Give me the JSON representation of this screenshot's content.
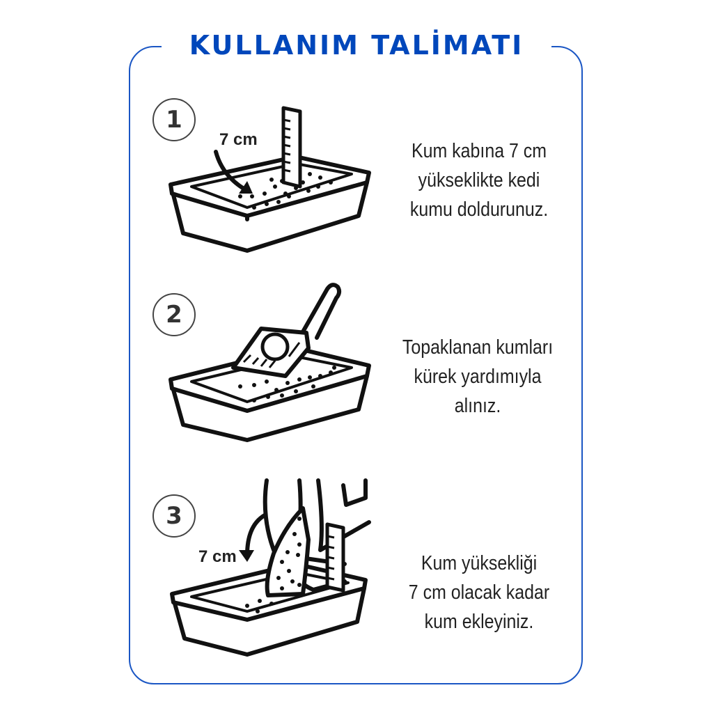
{
  "title": "KULLANIM TALİMATI",
  "colors": {
    "accent": "#0047bb",
    "border": "#1a56c4",
    "text": "#222222",
    "ink": "#111111"
  },
  "steps": [
    {
      "number": "1",
      "illustration": "litter-box-with-ruler",
      "measure_label": "7 cm",
      "lines": [
        "Kum kabına 7 cm",
        "yükseklikte kedi",
        "kumu doldurunuz."
      ]
    },
    {
      "number": "2",
      "illustration": "litter-box-with-scoop",
      "lines": [
        "Topaklanan kumları",
        "kürek yardımıyla",
        "alınız."
      ]
    },
    {
      "number": "3",
      "illustration": "pouring-litter-into-box",
      "measure_label": "7 cm",
      "lines": [
        "Kum yüksekliği",
        "7 cm olacak kadar",
        "kum ekleyiniz."
      ]
    }
  ]
}
